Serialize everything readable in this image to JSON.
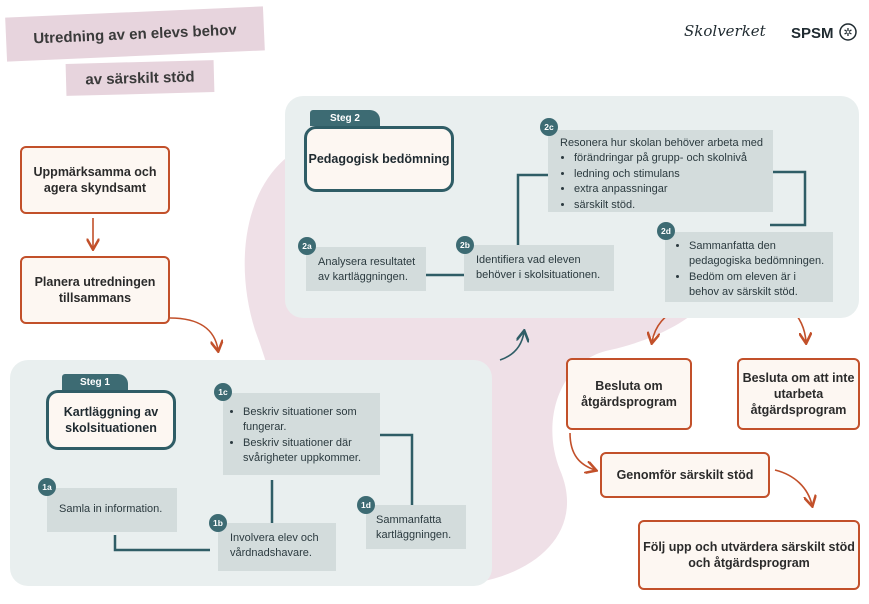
{
  "title": {
    "line1": "Utredning av en elevs behov",
    "line2": "av särskilt stöd"
  },
  "logos": {
    "skolverket": "Skolverket",
    "spsm": "SPSM"
  },
  "start_steps": {
    "uppmarksamma": "Uppmärksamma och agera skyndsamt",
    "planera": "Planera utredningen tillsammans"
  },
  "steg1": {
    "tab": "Steg 1",
    "title": "Kartläggning av skolsituationen",
    "s1a": {
      "badge": "1a",
      "text": "Samla in information."
    },
    "s1b": {
      "badge": "1b",
      "text": "Involvera elev och vårdnadshavare."
    },
    "s1c": {
      "badge": "1c",
      "items": [
        "Beskriv situationer som fungerar.",
        "Beskriv situationer där svårigheter uppkommer."
      ]
    },
    "s1d": {
      "badge": "1d",
      "text": "Sammanfatta kartläggningen."
    }
  },
  "steg2": {
    "tab": "Steg 2",
    "title": "Pedagogisk bedömning",
    "s2a": {
      "badge": "2a",
      "text": "Analysera resultatet av kartläggningen."
    },
    "s2b": {
      "badge": "2b",
      "text": "Identifiera vad eleven behöver i skolsituationen."
    },
    "s2c": {
      "badge": "2c",
      "heading": "Resonera hur skolan behöver arbeta med",
      "items": [
        "förändringar på grupp- och skolnivå",
        "ledning och stimulans",
        "extra anpassningar",
        "särskilt stöd."
      ]
    },
    "s2d": {
      "badge": "2d",
      "items": [
        "Sammanfatta den pedagogiska bedömningen.",
        "Bedöm om eleven är i behov av särskilt stöd."
      ]
    }
  },
  "outcomes": {
    "besluta": "Besluta om åtgärdsprogram",
    "besluta_inte": "Besluta om att inte utarbeta åtgärdsprogram",
    "genomfor": "Genomför särskilt stöd",
    "folj_upp": "Följ upp och utvärdera särskilt stöd och åtgärdsprogram"
  },
  "colors": {
    "accent_orange": "#c2502a",
    "teal": "#2f5d66",
    "panel": "#e9efef",
    "blob": "#efe0e7",
    "grey_box": "#d3dcdc"
  }
}
